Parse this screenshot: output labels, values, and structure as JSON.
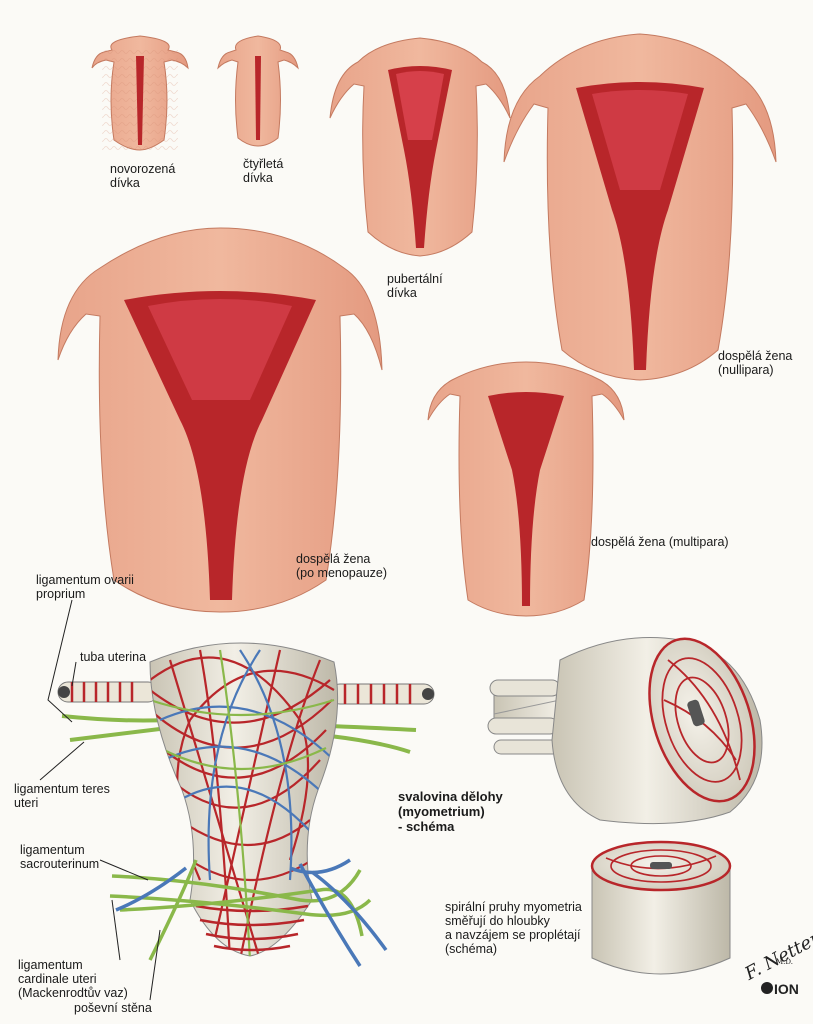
{
  "stages": {
    "newborn": "novorozená\ndívka",
    "four_year": "čtyřletá\ndívka",
    "pubertal": "pubertální\ndívka",
    "nullipara": "dospělá žena\n(nullipara)",
    "menopause": "dospělá žena\n(po menopauze)",
    "multipara": "dospělá žena (multipara)"
  },
  "ligaments": {
    "ovarii": "ligamentum ovarii\nproprium",
    "tuba": "tuba uterina",
    "teres": "ligamentum teres\nuteri",
    "sacro": "ligamentum\nsacrouterinum",
    "cardinale": "ligamentum\ncardinale uteri\n(Mackenrodtův vaz)",
    "vagina": "poševní stěna"
  },
  "schema": {
    "title": "svalovina dělohy\n(myometrium)\n- schéma",
    "spiral_note": "spirální pruhy myometria\nsměřují do hloubky\na navzájem se proplétají\n(schéma)"
  },
  "signature": {
    "artist": "F. Netter",
    "md": "M.D.",
    "publisher": "ION"
  },
  "colors": {
    "uterus_wall": "#e8a48a",
    "uterus_cavity": "#b8262a",
    "fiber_red": "#b8262a",
    "fiber_blue": "#4a78b8",
    "fiber_green": "#8ab84a",
    "model_body": "#e4e0d2"
  }
}
